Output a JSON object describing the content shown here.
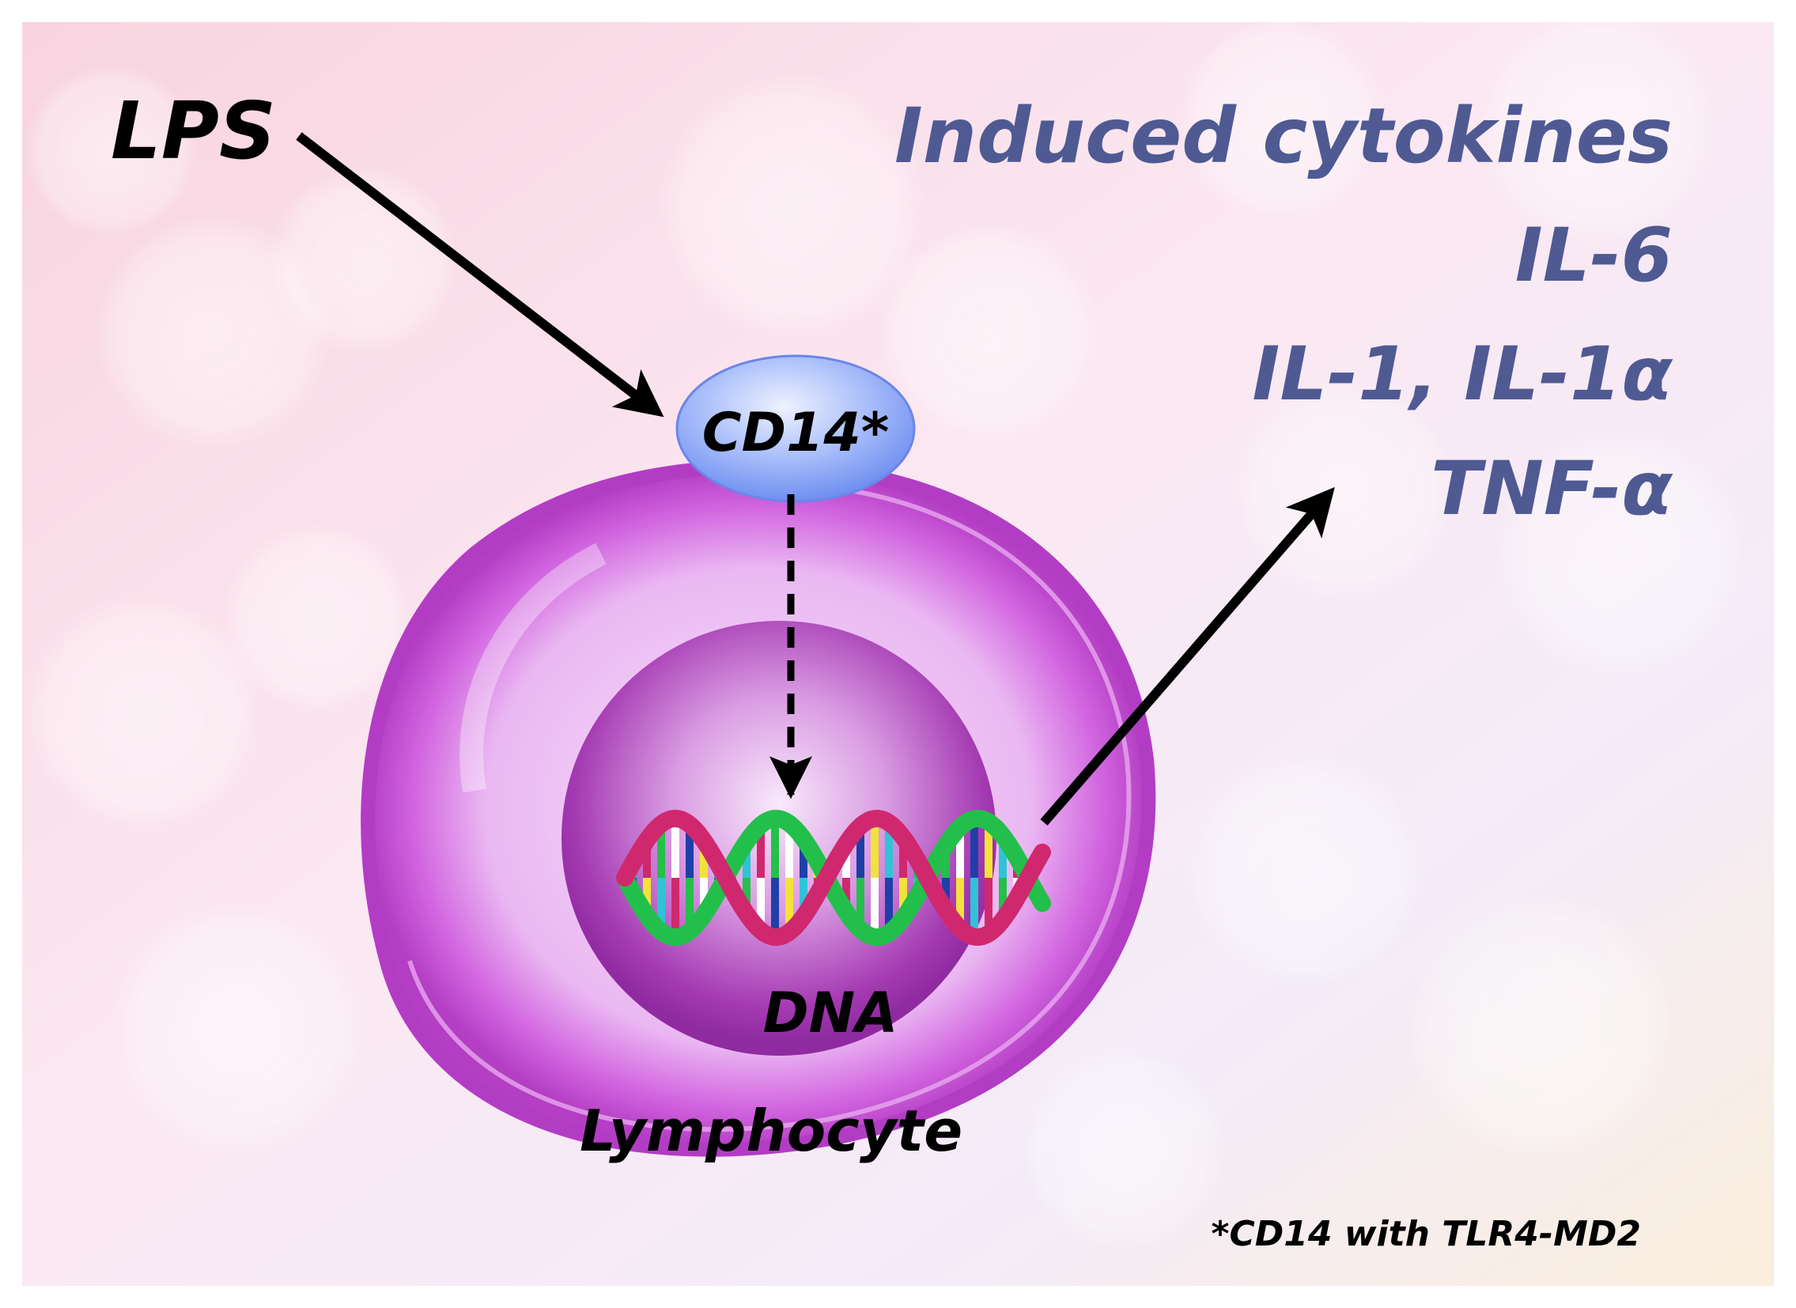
{
  "labels": {
    "lps": "LPS",
    "receptor": "CD14*",
    "dna": "DNA",
    "cell": "Lymphocyte",
    "footnote": "*CD14 with TLR4-MD2"
  },
  "cytokines": {
    "title": "Induced cytokines",
    "items": [
      "IL-6",
      "IL-1, IL-1α",
      "TNF-α"
    ]
  },
  "colors": {
    "black_text": "#000000",
    "cytokine_text": "#4f5a93",
    "cell_membrane": "#c03fcf",
    "nucleus": "#a93fb3",
    "receptor": "#7b9af2",
    "dna_strand_green": "#22c04a",
    "dna_strand_magenta": "#d0286e"
  },
  "icons": [
    "lymphocyte-cell",
    "cd14-receptor",
    "dna-helix"
  ]
}
